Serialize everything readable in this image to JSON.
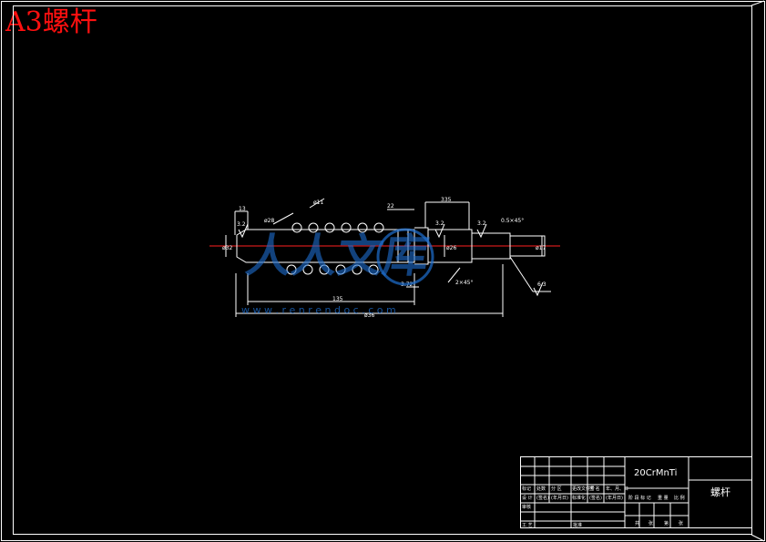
{
  "header": {
    "title": "A3螺杆"
  },
  "watermark": {
    "text": "人人文库",
    "url_text": "w w w . r e n r e n d o c . c o m"
  },
  "drawing": {
    "dims": [
      "13",
      "3.2",
      "ø28",
      "ø11",
      "22",
      "335",
      "3.2",
      "3.2",
      "0.5×45°",
      "6.3",
      "ø32",
      "ø26",
      "ø17",
      "2×45°",
      "3.72",
      "135",
      "ø36"
    ]
  },
  "title_block": {
    "material": "20CrMnTi",
    "part_name": "螺杆",
    "small_labels": [
      "标记",
      "处数",
      "分 区",
      "更改文件号",
      "签 名",
      "年、月、日",
      "设 计",
      "(签名)",
      "(年月日)",
      "标准化",
      "(签名)",
      "(年月日)",
      "审核",
      "工 艺",
      "批准"
    ],
    "stage_labels": [
      "阶 段 标 记",
      "重 量",
      "比 例"
    ],
    "sheet_labels": [
      "共",
      "张",
      "第",
      "张"
    ]
  },
  "colors": {
    "frame": "#ffffff",
    "axis": "#ff2020",
    "title": "#ff1010",
    "watermark": "#1e6fd0"
  }
}
